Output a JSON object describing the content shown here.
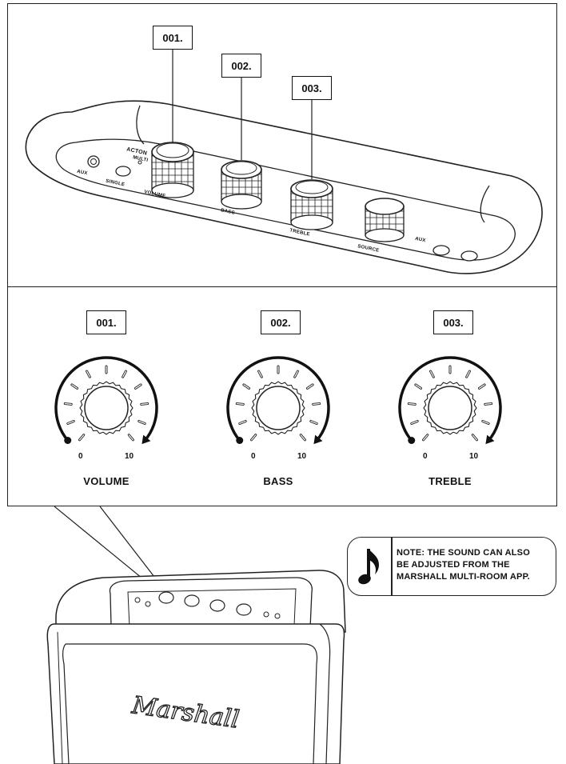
{
  "top_panel": {
    "callouts": [
      "001.",
      "002.",
      "003."
    ],
    "model_label": "ACTON",
    "controls": {
      "aux": "AUX",
      "multi": "MULTI",
      "single": "SINGLE",
      "volume": "VOLUME",
      "bass": "BASS",
      "treble": "TREBLE",
      "source": "SOURCE",
      "aux_right": "AUX"
    }
  },
  "knobs": [
    {
      "number": "001.",
      "name": "VOLUME",
      "min_label": "0",
      "max_label": "10"
    },
    {
      "number": "002.",
      "name": "BASS",
      "min_label": "0",
      "max_label": "10"
    },
    {
      "number": "003.",
      "name": "TREBLE",
      "min_label": "0",
      "max_label": "10"
    }
  ],
  "note": {
    "icon": "music-note-icon",
    "lines": [
      "NOTE: THE SOUND CAN ALSO",
      "BE ADJUSTED FROM THE",
      "MARSHALL MULTI-ROOM APP."
    ]
  },
  "speaker": {
    "brand_logo": "Marshall"
  }
}
